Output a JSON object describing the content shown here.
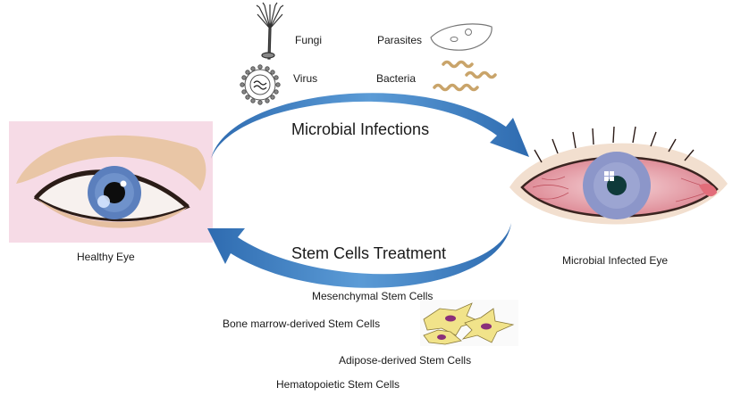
{
  "pathogens": {
    "fungi": "Fungi",
    "virus": "Virus",
    "parasites": "Parasites",
    "bacteria": "Bacteria"
  },
  "cycle": {
    "top_arrow_label": "Microbial Infections",
    "bottom_arrow_label": "Stem Cells Treatment",
    "arrow_color": "#3f7fc0"
  },
  "eyes": {
    "healthy_label": "Healthy Eye",
    "infected_label": "Microbial Infected Eye",
    "iris_color": "#5b7fbd",
    "infected_sclera_color": "#e8a3ad"
  },
  "stem_cells": {
    "mesenchymal": "Mesenchymal Stem Cells",
    "bone_marrow": "Bone marrow-derived Stem Cells",
    "adipose": "Adipose-derived Stem Cells",
    "hematopoietic": "Hematopoietic Stem Cells",
    "cell_color": "#f1e38a",
    "nucleus_color": "#8a2f7a"
  }
}
